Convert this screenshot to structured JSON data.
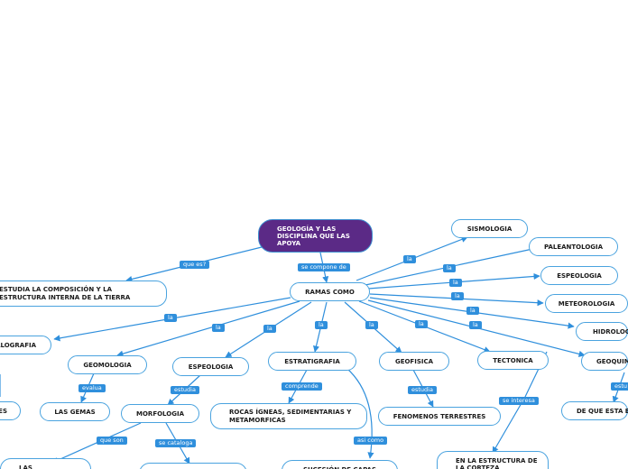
{
  "colors": {
    "root_fill": "#5b2a86",
    "node_border": "#4aa3df",
    "link": "#2f8fdc",
    "label_fill": "#2f8fdc"
  },
  "nodes": {
    "root": "GEOLOGÍA Y LAS DISCIPLINA QUE LAS APOYA",
    "ramas": "RAMAS COMO",
    "estudia_composicion": "ESTUDIA LA COMPOSICIÓN Y LA ESTRUCTURA INTERNA DE LA TIERRA",
    "sismologia": "SISMOLOGIA",
    "paleantologia": "PALEANTOLOGIA",
    "espeologia_right": "ESPEOLOGIA",
    "meteorologia": "METEOROLOGIA",
    "hidrologia": "HIDROLOG",
    "geoquimica": "GEOQUIM",
    "cristalografia": "ALOGRAFIA",
    "geomologia": "GEOMOLOGIA",
    "espeologia_left": "ESPEOLOGIA",
    "estratigrafia": "ESTRATIGRAFIA",
    "geofisica": "GEOFISICA",
    "tectonica": "TECTONICA",
    "far_left_es": "ES",
    "las_gemas": "LAS GEMAS",
    "morfologia": "MORFOLOGIA",
    "rocas": "ROCAS ÍGNEAS, SEDIMENTARIAS Y METAMORFICAS",
    "fenomenos": "FENOMENOS TERRESTRES",
    "de_que_esta": "DE QUE ESTA E",
    "las_bottom": "LAS",
    "sucesion": "SUCESIÓN DE CAPAS",
    "en_la_estructura": "EN LA ESTRUCTURA DE LA CORTEZA"
  },
  "links": {
    "que_es": "que es?",
    "se_compone_de": "se compone de",
    "la": "la",
    "evalua": "evalua",
    "estudia": "estudia",
    "comprende": "comprende",
    "se_interesa": "se interesa",
    "que_son": "que son",
    "se_cataloga": "se cataloga",
    "asi_como": "asi como",
    "estu": "estu"
  }
}
